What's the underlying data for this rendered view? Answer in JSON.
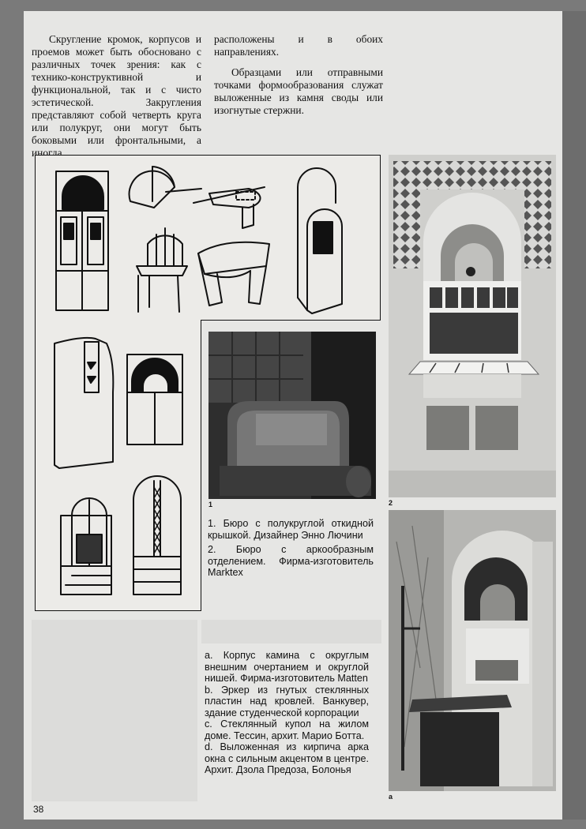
{
  "column1": {
    "text": "Скругление кромок, корпусов и проемов может быть обосновано с различных точек зрения: как с технико-конструктивной и функциональной, так и с чисто эстетической. Закругления представляют собой четверть круга или полукруг, они могут быть боковыми или фронтальными, а иногда"
  },
  "column2": {
    "p1": "расположены и в обоих направлениях.",
    "p2": "Образцами или отправными точками формообразования служат выложенные из камня своды или изогнутые стержни."
  },
  "figures": {
    "fig1_num": "1",
    "fig2_num": "2",
    "figa_num": "a"
  },
  "captions": {
    "c1": "1. Бюро с полукруглой откидной крышкой. Дизайнер Энно Лючини",
    "c2": "2. Бюро с аркообразным отделением. Фирма-изготовитель Marktex",
    "a": "a. Корпус камина с округлым внешним очертанием и округлой нишей. Фирма-изготовитель Matten",
    "b": "b. Эркер из гнутых стеклянных пластин над кровлей. Ванкувер, здание студенческой корпорации",
    "c": "c. Стеклянный купол на жилом доме. Тессин, архит. Марио Ботта.",
    "d": "d. Выложенная из кирпича арка окна с сильным акцентом в центре. Архит. Дзола Предоза, Болонья"
  },
  "page_number": "38"
}
